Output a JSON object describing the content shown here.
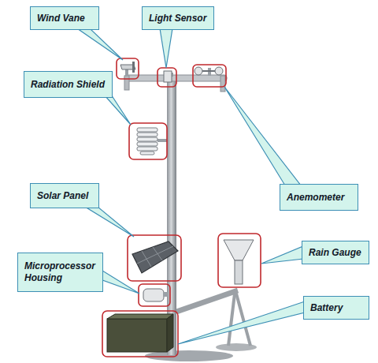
{
  "diagram": {
    "nodes": [
      {
        "text": [
          "Wind Vane"
        ]
      },
      {
        "text": [
          "Light Sensor"
        ]
      },
      {
        "text": [
          "Radiation Shield"
        ]
      },
      {
        "text": [
          "Solar Panel"
        ]
      },
      {
        "text": [
          "Anemometer"
        ]
      },
      {
        "text": [
          "Rain Gauge"
        ]
      },
      {
        "text": [
          "Microprocessor Housing"
        ]
      },
      {
        "text": [
          "Battery"
        ]
      }
    ]
  }
}
